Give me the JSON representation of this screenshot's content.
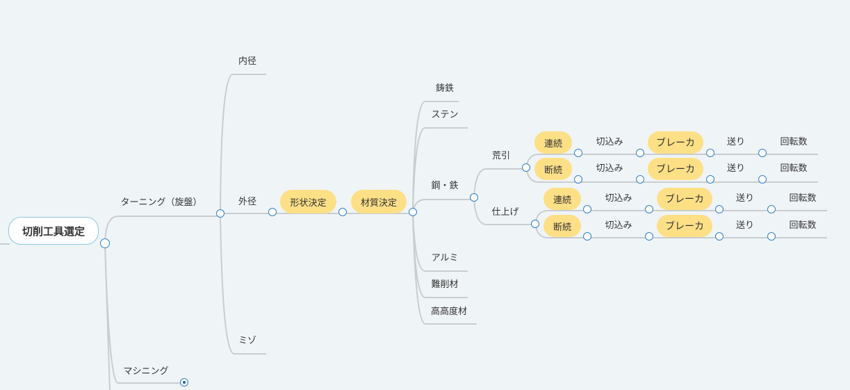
{
  "root": {
    "label": "切削工具選定"
  },
  "branches": {
    "turning": {
      "label": "ターニング（旋盤）",
      "children": {
        "inner": "内径",
        "outer": "外径",
        "groove": "ミゾ"
      }
    },
    "machining": {
      "label": "マシニング"
    }
  },
  "outer_chain": {
    "shape": "形状決定",
    "material": "材質決定"
  },
  "materials": [
    "鋳鉄",
    "ステン",
    "鋼・鉄",
    "アルミ",
    "難削材",
    "高高度材"
  ],
  "steel": {
    "roughing": {
      "label": "荒引"
    },
    "finishing": {
      "label": "仕上げ"
    }
  },
  "rows": [
    {
      "cut_type": "連続",
      "depth": "切込み",
      "breaker": "ブレーカ",
      "feed": "送り",
      "speed": "回転数"
    },
    {
      "cut_type": "断続",
      "depth": "切込み",
      "breaker": "ブレーカ",
      "feed": "送り",
      "speed": "回転数"
    },
    {
      "cut_type": "連続",
      "depth": "切込み",
      "breaker": "ブレーカ",
      "feed": "送り",
      "speed": "回転数"
    },
    {
      "cut_type": "断続",
      "depth": "切込み",
      "breaker": "ブレーカ",
      "feed": "送り",
      "speed": "回転数"
    }
  ],
  "colors": {
    "pill": "#fddf86",
    "line": "#c9cdd1",
    "node": "#2f7fc8"
  }
}
